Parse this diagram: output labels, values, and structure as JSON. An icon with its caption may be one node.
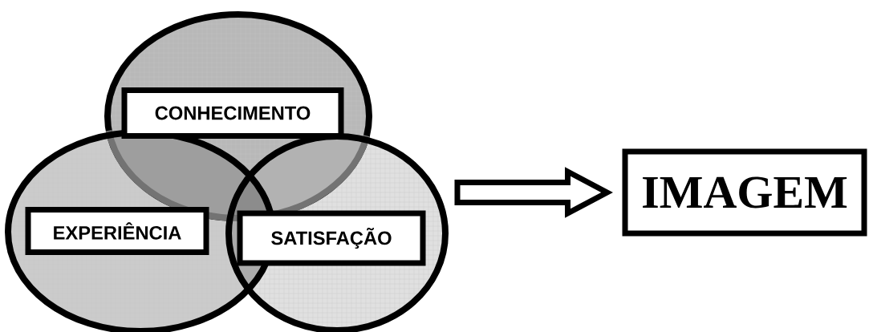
{
  "diagram": {
    "nodes": [
      {
        "text": [],
        "shape": "ellipse"
      },
      {
        "text": [],
        "shape": "ellipse"
      },
      {
        "text": [],
        "shape": "ellipse"
      },
      {
        "text": [
          "CONHECIMENTO"
        ],
        "in": 0
      },
      {
        "text": [
          "EXPERIÊNCIA"
        ],
        "in": 1
      },
      {
        "text": [
          "SATISFAÇÃO"
        ],
        "in": 2
      },
      {
        "text": [
          "IMAGEM"
        ]
      }
    ],
    "edges": [
      {
        "from": 2,
        "to": 6,
        "arrow": "to"
      }
    ]
  }
}
